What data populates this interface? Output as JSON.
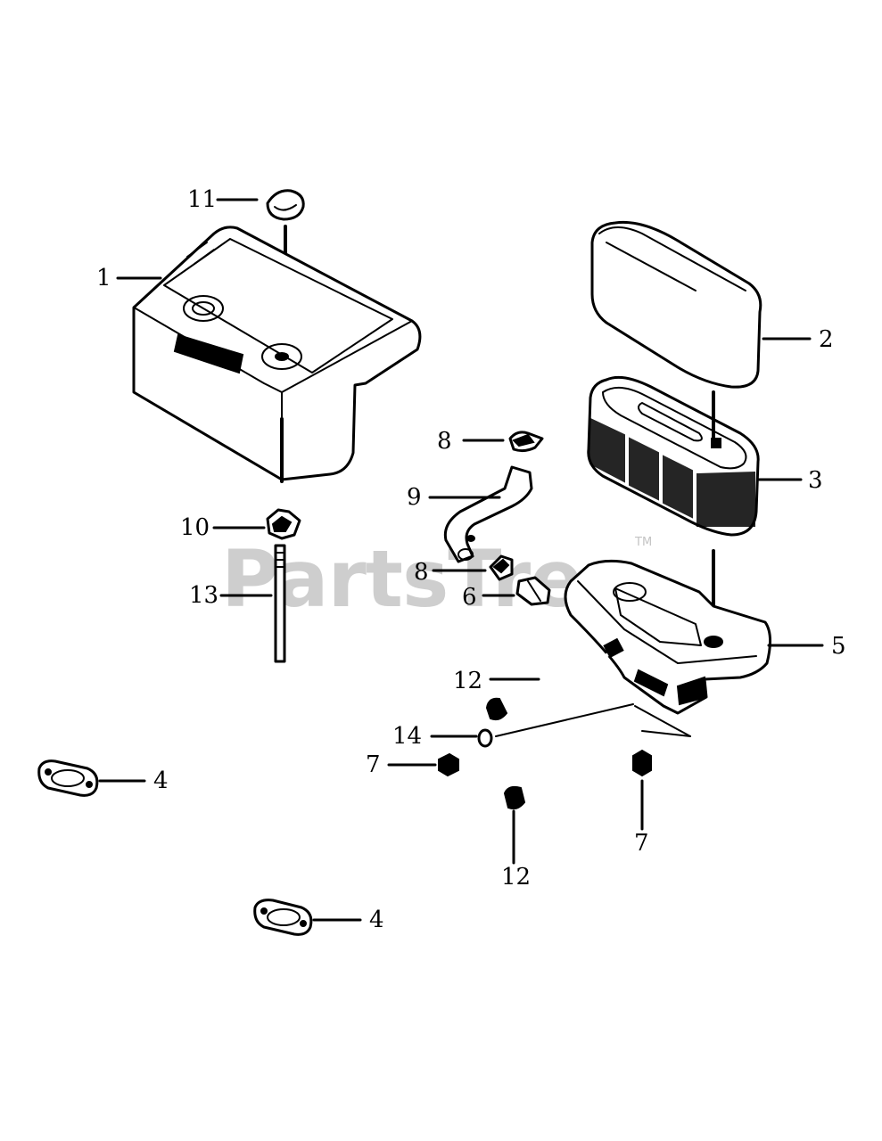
{
  "diagram": {
    "watermark": {
      "text": "PartsTree",
      "trademark": "TM"
    },
    "callouts": [
      {
        "id": "c1",
        "label": "1"
      },
      {
        "id": "c2",
        "label": "2"
      },
      {
        "id": "c3",
        "label": "3"
      },
      {
        "id": "c4a",
        "label": "4"
      },
      {
        "id": "c4b",
        "label": "4"
      },
      {
        "id": "c5",
        "label": "5"
      },
      {
        "id": "c6",
        "label": "6"
      },
      {
        "id": "c7a",
        "label": "7"
      },
      {
        "id": "c7b",
        "label": "7"
      },
      {
        "id": "c8a",
        "label": "8"
      },
      {
        "id": "c8b",
        "label": "8"
      },
      {
        "id": "c9",
        "label": "9"
      },
      {
        "id": "c10",
        "label": "10"
      },
      {
        "id": "c11",
        "label": "11"
      },
      {
        "id": "c12a",
        "label": "12"
      },
      {
        "id": "c12b",
        "label": "12"
      },
      {
        "id": "c13",
        "label": "13"
      },
      {
        "id": "c14",
        "label": "14"
      }
    ]
  }
}
